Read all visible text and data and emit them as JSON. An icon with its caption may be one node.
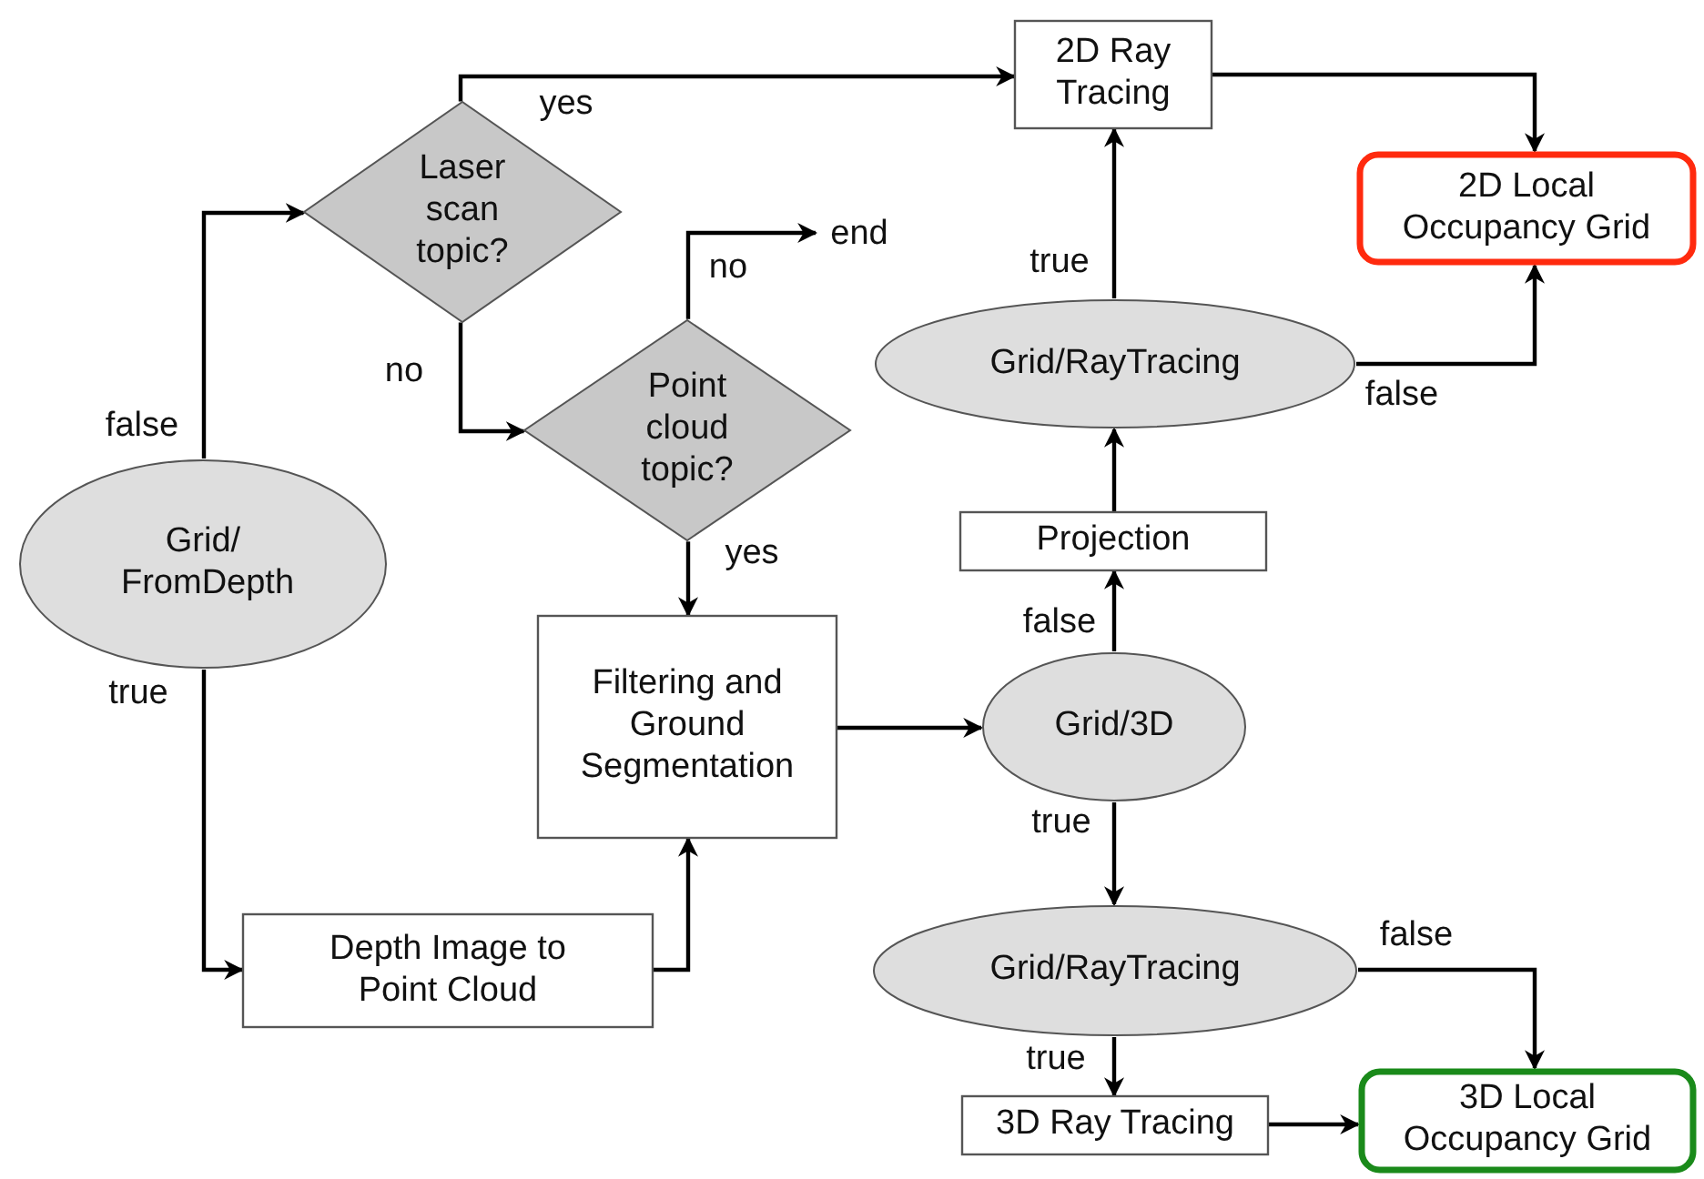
{
  "diagram": {
    "nodes": [
      {
        "text": [
          "Grid/ FromDepth"
        ]
      },
      {
        "text": [
          "Laser scan topic?"
        ]
      },
      {
        "text": [
          "Point cloud topic?"
        ]
      },
      {
        "text": [
          "end"
        ]
      },
      {
        "text": [
          "2D Ray Tracing"
        ]
      },
      {
        "text": [
          "2D Local Occupancy Grid"
        ]
      },
      {
        "text": [
          "Grid/RayTracing"
        ]
      },
      {
        "text": [
          "Projection"
        ]
      },
      {
        "text": [
          "Filtering and Ground Segmentation"
        ]
      },
      {
        "text": [
          "Grid/3D"
        ]
      },
      {
        "text": [
          "Depth Image to Point Cloud"
        ]
      },
      {
        "text": [
          "Grid/RayTracing"
        ]
      },
      {
        "text": [
          "3D Ray Tracing"
        ]
      },
      {
        "text": [
          "3D Local Occupancy Grid"
        ]
      }
    ],
    "edges": [
      {
        "from": 0,
        "to": 1,
        "arrow": "to",
        "label": "false"
      },
      {
        "from": 0,
        "to": 10,
        "arrow": "to",
        "label": "true"
      },
      {
        "from": 1,
        "to": 4,
        "arrow": "to",
        "label": "yes"
      },
      {
        "from": 1,
        "to": 2,
        "arrow": "to",
        "label": "no"
      },
      {
        "from": 2,
        "to": 3,
        "arrow": "to",
        "label": "no"
      },
      {
        "from": 2,
        "to": 8,
        "arrow": "to",
        "label": "yes"
      },
      {
        "from": 10,
        "to": 8,
        "arrow": "to"
      },
      {
        "from": 8,
        "to": 9,
        "arrow": "to"
      },
      {
        "from": 9,
        "to": 7,
        "arrow": "to",
        "label": "false"
      },
      {
        "from": 7,
        "to": 6,
        "arrow": "to"
      },
      {
        "from": 6,
        "to": 4,
        "arrow": "to",
        "label": "true"
      },
      {
        "from": 4,
        "to": 5,
        "arrow": "to"
      },
      {
        "from": 6,
        "to": 5,
        "arrow": "to",
        "label": "false"
      },
      {
        "from": 9,
        "to": 11,
        "arrow": "to",
        "label": "true"
      },
      {
        "from": 11,
        "to": 13,
        "arrow": "to",
        "label": "false"
      },
      {
        "from": 11,
        "to": 12,
        "arrow": "to",
        "label": "true"
      },
      {
        "from": 12,
        "to": 13,
        "arrow": "to"
      }
    ]
  }
}
